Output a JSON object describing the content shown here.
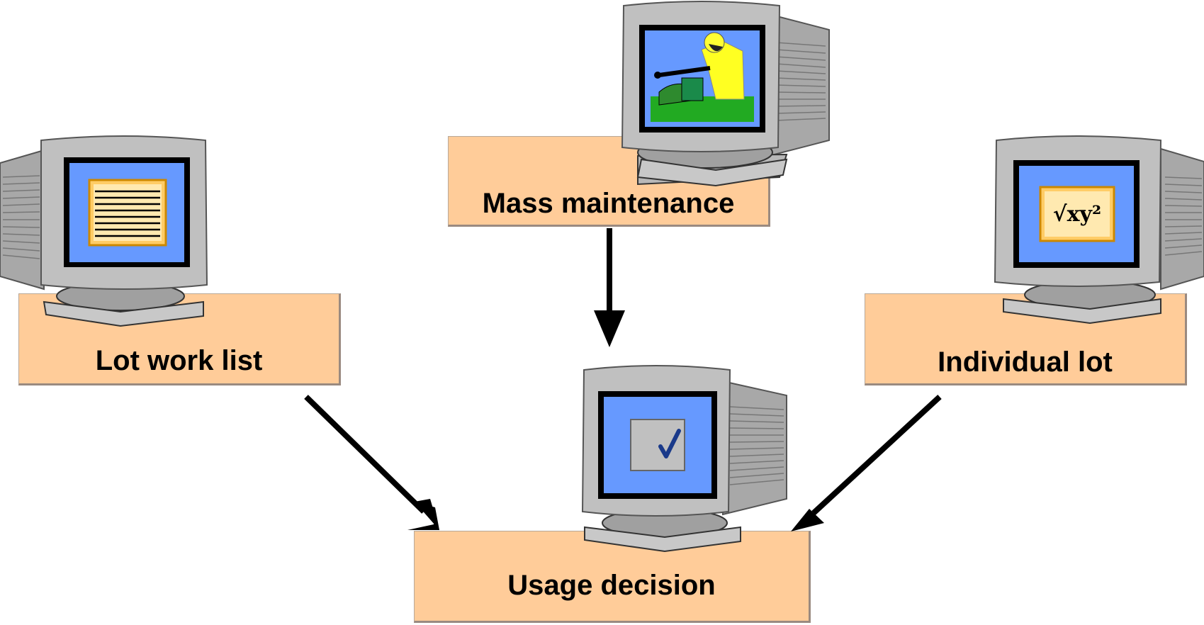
{
  "nodes": {
    "lot_work_list": "Lot work list",
    "mass_maintenance": "Mass maintenance",
    "individual_lot": "Individual lot",
    "usage_decision": "Usage decision"
  },
  "icons": {
    "lot_work_list": "document-icon",
    "mass_maintenance": "worker-icon",
    "individual_lot": "formula-icon",
    "usage_decision": "checkmark-icon"
  },
  "formula_text": "√xy²",
  "colors": {
    "box_fill": "#ffcc99",
    "screen": "#6699ff",
    "monitor_body": "#c0c0c0",
    "arrow": "#000000"
  }
}
